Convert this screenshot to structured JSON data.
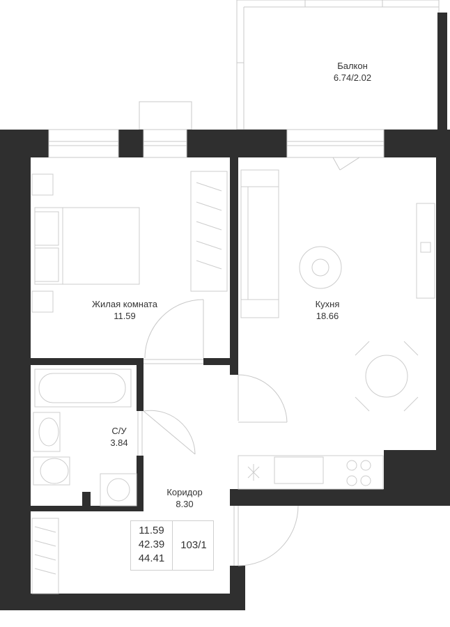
{
  "rooms": {
    "balcony": {
      "name": "Балкон",
      "area": "6.74/2.02"
    },
    "living": {
      "name": "Жилая комната",
      "area": "11.59"
    },
    "kitchen": {
      "name": "Кухня",
      "area": "18.66"
    },
    "bathroom": {
      "name": "С/У",
      "area": "3.84"
    },
    "corridor": {
      "name": "Коридор",
      "area": "8.30"
    }
  },
  "summary": {
    "living_area": "11.59",
    "total_area": "42.39",
    "total_with_balcony": "44.41",
    "apartment_number": "103/1"
  },
  "colors": {
    "wall": "#2f2f2f",
    "line": "#c8c8c8",
    "text": "#333333"
  }
}
